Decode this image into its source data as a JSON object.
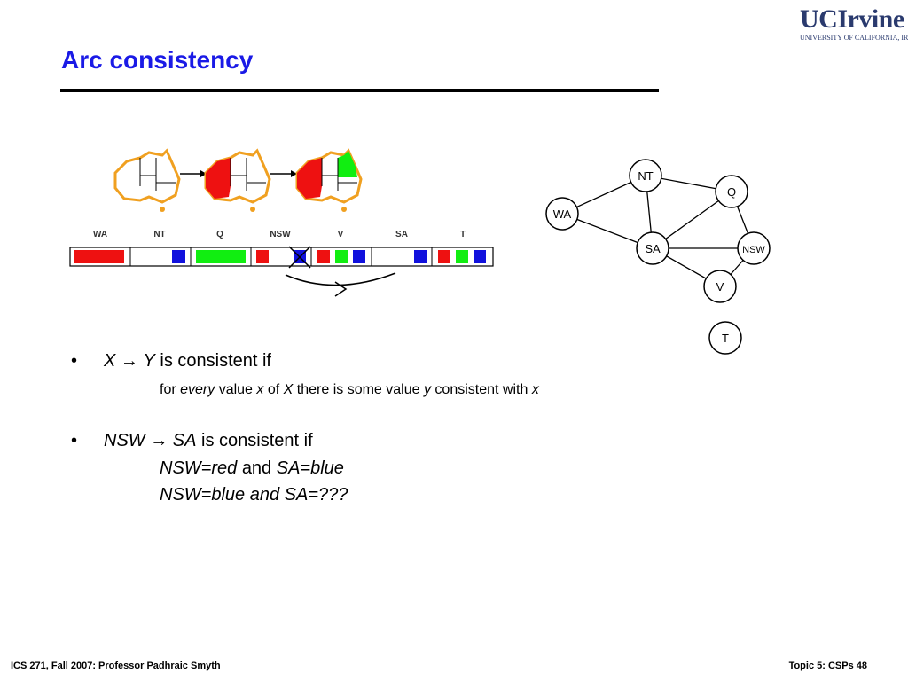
{
  "logo": {
    "main": "UCIrvine",
    "sub": "UNIVERSITY OF CALIFORNIA, IRVINE"
  },
  "slide": {
    "title": "Arc consistency"
  },
  "domains_figure": {
    "columns": [
      "WA",
      "NT",
      "Q",
      "NSW",
      "V",
      "SA",
      "T"
    ],
    "colors": {
      "red": "#ee1111",
      "green": "#11ee11",
      "blue": "#1111dd"
    },
    "arrow_note": "x"
  },
  "constraint_graph": {
    "nodes": [
      "NT",
      "Q",
      "WA",
      "SA",
      "NSW",
      "V",
      "T"
    ]
  },
  "bullets": [
    {
      "bullet": "•",
      "x": "X",
      "arrow": "→",
      "y": "Y",
      "rest": "is consistent if",
      "sub": {
        "for": "for",
        "every": "every",
        "value": "value",
        "xvar": "x",
        "of": "of",
        "X": "X",
        "there": "there is some value",
        "yvar": "y",
        "consistent": "consistent with",
        "xend": "x"
      }
    },
    {
      "bullet": "•",
      "x": "NSW",
      "arrow": "→",
      "y": "SA",
      "rest": "is consistent if",
      "sub1": {
        "a": "NSW=red",
        "and": "and",
        "b": "SA=blue"
      },
      "sub2": "NSW=blue and SA=???"
    }
  ],
  "footer": {
    "left": "ICS 271, Fall 2007: Professor Padhraic Smyth",
    "right": "Topic 5: CSPs 48"
  }
}
